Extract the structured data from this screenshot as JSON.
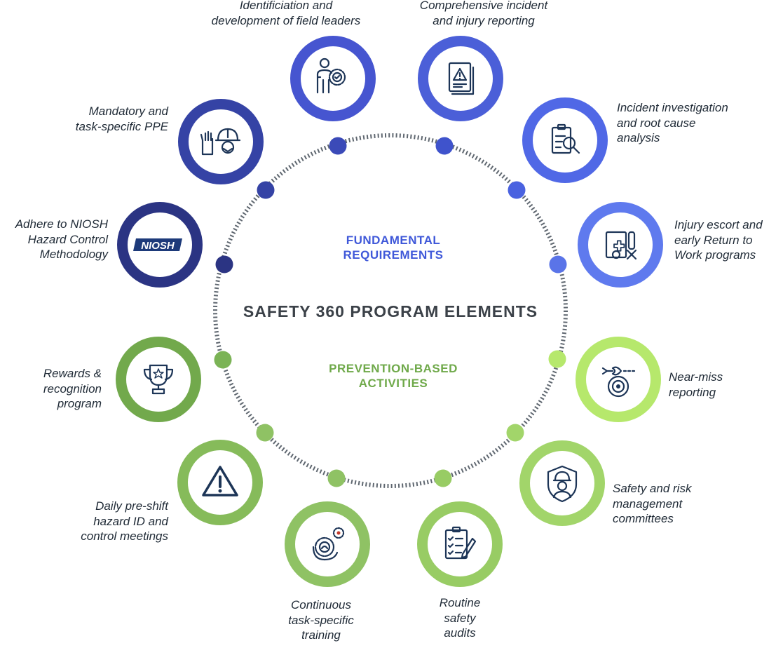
{
  "title": "SAFETY 360 PROGRAM ELEMENTS",
  "sections": {
    "fundamental": {
      "lines": [
        "FUNDAMENTAL",
        "REQUIREMENTS"
      ],
      "color": "#3f58d9"
    },
    "prevention": {
      "lines": [
        "PREVENTION-BASED",
        "ACTIVITIES"
      ],
      "color": "#6fa94a"
    }
  },
  "colors": {
    "ring_dots": "#5f6770",
    "title": "#3b4148",
    "icon_stroke": "#1d3557",
    "label_text": "#1f2a36"
  },
  "elements": [
    {
      "id": "identification-field-leaders",
      "lines": [
        "Identificiation and",
        "development of field leaders"
      ],
      "icon": "person-gear-icon",
      "color": "#4655d0",
      "dot_color": "#3b4ab8"
    },
    {
      "id": "incident-injury-reporting",
      "lines": [
        "Comprehensive incident",
        "and injury reporting"
      ],
      "icon": "warning-document-icon",
      "color": "#4b5fd8",
      "dot_color": "#3f53cc"
    },
    {
      "id": "incident-investigation",
      "lines": [
        "Incident investigation",
        "and root cause",
        "analysis"
      ],
      "icon": "clipboard-magnifier-icon",
      "color": "#5068e6",
      "dot_color": "#4a62e0"
    },
    {
      "id": "injury-escort",
      "lines": [
        "Injury escort and",
        "early Return to",
        "Work programs"
      ],
      "icon": "medical-document-icon",
      "color": "#5f7aee",
      "dot_color": "#5a74e8"
    },
    {
      "id": "near-miss-reporting",
      "lines": [
        "Near-miss",
        "reporting"
      ],
      "icon": "target-arrow-icon",
      "color": "#b6e86c",
      "dot_color": "#b6e86c"
    },
    {
      "id": "safety-risk-committees",
      "lines": [
        "Safety and risk",
        "management",
        "committees"
      ],
      "icon": "shield-worker-icon",
      "color": "#a2d56a",
      "dot_color": "#a2d56a"
    },
    {
      "id": "routine-audits",
      "lines": [
        "Routine",
        "safety",
        "audits"
      ],
      "icon": "checklist-pencil-icon",
      "color": "#98cc64",
      "dot_color": "#98cc64"
    },
    {
      "id": "continuous-training",
      "lines": [
        "Continuous",
        "task-specific",
        "training"
      ],
      "icon": "gear-cycle-icon",
      "color": "#8fc264",
      "dot_color": "#8fc264"
    },
    {
      "id": "daily-meetings",
      "lines": [
        "Daily pre-shift",
        "hazard ID and",
        "control meetings"
      ],
      "icon": "warning-triangle-icon",
      "color": "#86bb5a",
      "dot_color": "#8fc264"
    },
    {
      "id": "rewards-recognition",
      "lines": [
        "Rewards &",
        "recognition",
        "program"
      ],
      "icon": "trophy-icon",
      "color": "#72a94c",
      "dot_color": "#7bb356"
    },
    {
      "id": "niosh-methodology",
      "lines": [
        "Adhere to NIOSH",
        "Hazard Control",
        "Methodology"
      ],
      "icon": "niosh-logo",
      "icon_text": "NIOSH",
      "color": "#2b3483",
      "dot_color": "#2b3483"
    },
    {
      "id": "ppe",
      "lines": [
        "Mandatory and",
        "task-specific PPE"
      ],
      "icon": "glove-helmet-icon",
      "color": "#3543a5",
      "dot_color": "#3543a5"
    }
  ]
}
